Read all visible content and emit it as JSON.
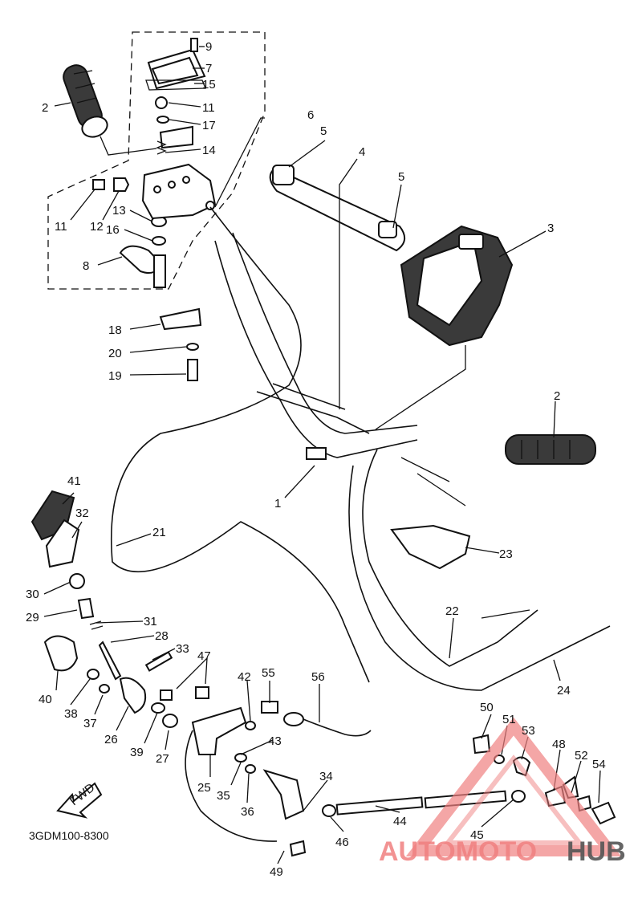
{
  "diagram": {
    "code": "3GDM100-8300",
    "fwd_label": "FWD",
    "callouts": [
      {
        "id": "c1",
        "text": "1"
      },
      {
        "id": "c2a",
        "text": "2"
      },
      {
        "id": "c2b",
        "text": "2"
      },
      {
        "id": "c3",
        "text": "3"
      },
      {
        "id": "c4",
        "text": "4"
      },
      {
        "id": "c5a",
        "text": "5"
      },
      {
        "id": "c5b",
        "text": "5"
      },
      {
        "id": "c6",
        "text": "6"
      },
      {
        "id": "c7",
        "text": "7"
      },
      {
        "id": "c8",
        "text": "8"
      },
      {
        "id": "c9",
        "text": "9"
      },
      {
        "id": "c11a",
        "text": "11"
      },
      {
        "id": "c11b",
        "text": "11"
      },
      {
        "id": "c12",
        "text": "12"
      },
      {
        "id": "c13",
        "text": "13"
      },
      {
        "id": "c14",
        "text": "14"
      },
      {
        "id": "c15",
        "text": "15"
      },
      {
        "id": "c16",
        "text": "16"
      },
      {
        "id": "c17",
        "text": "17"
      },
      {
        "id": "c18",
        "text": "18"
      },
      {
        "id": "c19",
        "text": "19"
      },
      {
        "id": "c20",
        "text": "20"
      },
      {
        "id": "c21",
        "text": "21"
      },
      {
        "id": "c22",
        "text": "22"
      },
      {
        "id": "c23",
        "text": "23"
      },
      {
        "id": "c24",
        "text": "24"
      },
      {
        "id": "c25",
        "text": "25"
      },
      {
        "id": "c26",
        "text": "26"
      },
      {
        "id": "c27",
        "text": "27"
      },
      {
        "id": "c28",
        "text": "28"
      },
      {
        "id": "c29",
        "text": "29"
      },
      {
        "id": "c30",
        "text": "30"
      },
      {
        "id": "c31",
        "text": "31"
      },
      {
        "id": "c32",
        "text": "32"
      },
      {
        "id": "c33",
        "text": "33"
      },
      {
        "id": "c34",
        "text": "34"
      },
      {
        "id": "c35",
        "text": "35"
      },
      {
        "id": "c36",
        "text": "36"
      },
      {
        "id": "c37",
        "text": "37"
      },
      {
        "id": "c38",
        "text": "38"
      },
      {
        "id": "c39",
        "text": "39"
      },
      {
        "id": "c40",
        "text": "40"
      },
      {
        "id": "c41",
        "text": "41"
      },
      {
        "id": "c42",
        "text": "42"
      },
      {
        "id": "c43",
        "text": "43"
      },
      {
        "id": "c44",
        "text": "44"
      },
      {
        "id": "c45",
        "text": "45"
      },
      {
        "id": "c46",
        "text": "46"
      },
      {
        "id": "c47",
        "text": "47"
      },
      {
        "id": "c48",
        "text": "48"
      },
      {
        "id": "c49",
        "text": "49"
      },
      {
        "id": "c50",
        "text": "50"
      },
      {
        "id": "c51",
        "text": "51"
      },
      {
        "id": "c52",
        "text": "52"
      },
      {
        "id": "c53",
        "text": "53"
      },
      {
        "id": "c54",
        "text": "54"
      },
      {
        "id": "c55",
        "text": "55"
      },
      {
        "id": "c56",
        "text": "56"
      }
    ]
  },
  "watermark": {
    "text": "AUTOMOTOHUB",
    "accent_color": "#f08080",
    "dark_color": "#555555"
  }
}
